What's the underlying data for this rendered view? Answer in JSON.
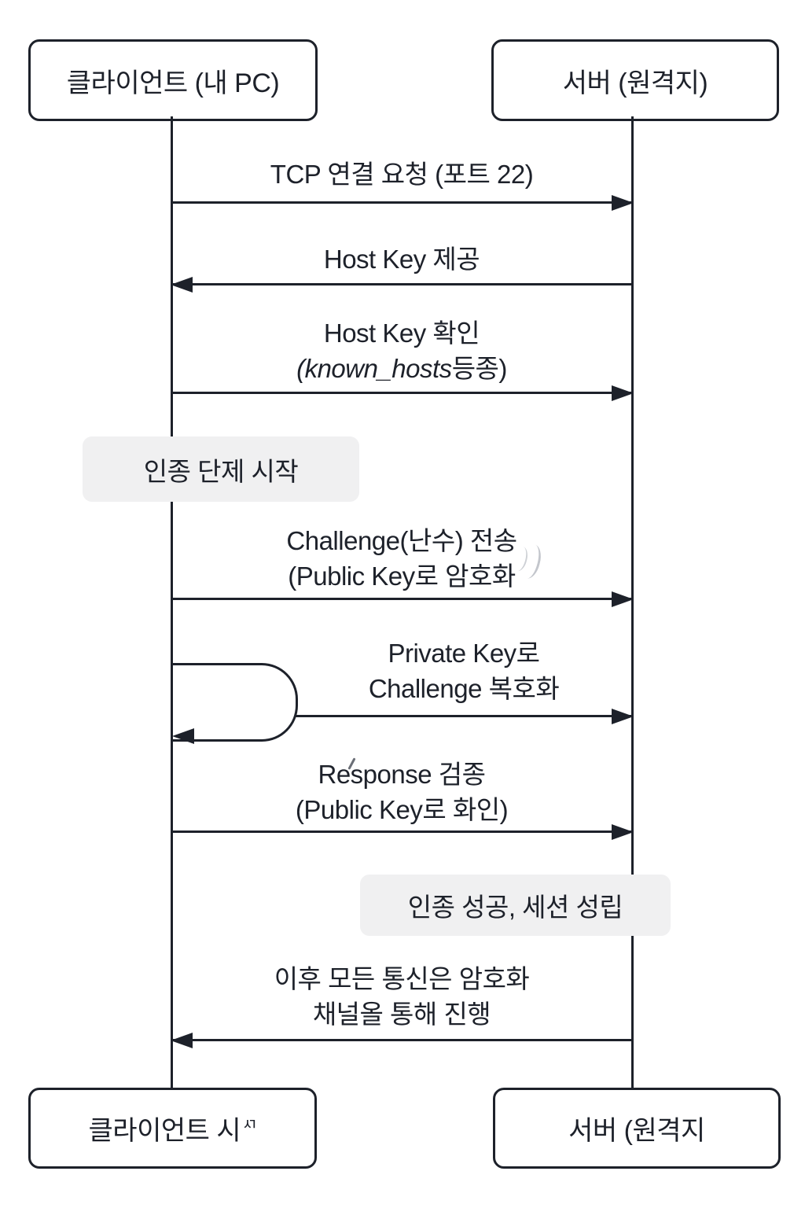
{
  "diagram": {
    "type": "sequence-diagram",
    "topic": "SSH connection / public-key authentication flow",
    "actors": {
      "top_left": "클라이언트 (내 PC)",
      "top_right": "서버 (원격지)",
      "bottom_left": "클라이언트 시",
      "bottom_left_suffix": "ㅺ",
      "bottom_right": "서버 (원격지"
    },
    "messages": [
      {
        "line1": "TCP 연결 요청 (포트 22)",
        "from": "client",
        "to": "server",
        "direction": "right"
      },
      {
        "line1": "Host Key 제공",
        "from": "server",
        "to": "client",
        "direction": "left"
      },
      {
        "line1": "Host Key 확인",
        "line2_italic": "(known_hosts",
        "line2_suffix": "등종)",
        "from": "client",
        "to": "server",
        "direction": "right"
      },
      {
        "line1": "Challenge(난수) 전송",
        "line2": "(Public Key로 암호화",
        "from": "client",
        "to": "server",
        "direction": "right"
      },
      {
        "line1": "Private Key로",
        "line2": "Challenge 복호화",
        "from": "client",
        "to": "server",
        "direction": "self-loop-then-right"
      },
      {
        "line1": "Response 검종",
        "line2": "(Public Key로 화인)",
        "from": "client",
        "to": "server",
        "direction": "right"
      },
      {
        "line1": "이후 모든 통신은 암호화",
        "line2": "채널올 통해 진행",
        "from": "server",
        "to": "client",
        "direction": "left"
      }
    ],
    "notes": [
      {
        "text": "인종 단제 시작",
        "side": "left"
      },
      {
        "text": "인종 성공, 세션 성립",
        "side": "right"
      }
    ],
    "colors": {
      "ink": "#1d212a",
      "note_bg": "#f0f0f1",
      "canvas": "#ffffff"
    }
  }
}
